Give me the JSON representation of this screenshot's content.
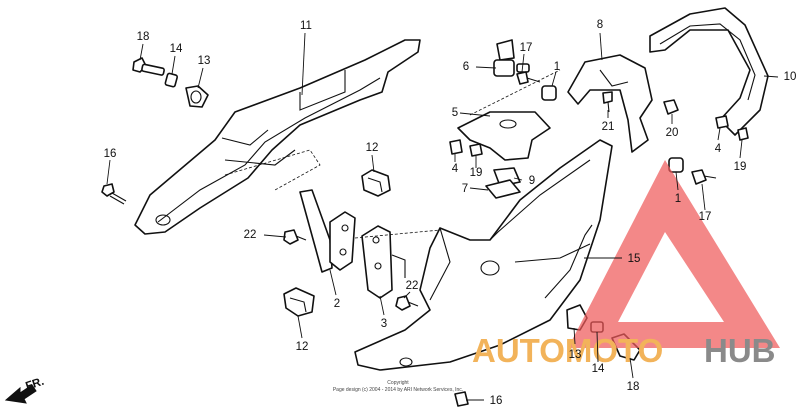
{
  "callouts": [
    {
      "label": "18"
    },
    {
      "label": "14"
    },
    {
      "label": "13"
    },
    {
      "label": "11"
    },
    {
      "label": "16"
    },
    {
      "label": "12"
    },
    {
      "label": "22"
    },
    {
      "label": "2"
    },
    {
      "label": "3"
    },
    {
      "label": "22"
    },
    {
      "label": "12"
    },
    {
      "label": "6"
    },
    {
      "label": "17"
    },
    {
      "label": "1"
    },
    {
      "label": "5"
    },
    {
      "label": "8"
    },
    {
      "label": "10"
    },
    {
      "label": "21"
    },
    {
      "label": "20"
    },
    {
      "label": "4"
    },
    {
      "label": "19"
    },
    {
      "label": "4"
    },
    {
      "label": "19"
    },
    {
      "label": "9"
    },
    {
      "label": "7"
    },
    {
      "label": "1"
    },
    {
      "label": "17"
    },
    {
      "label": "15"
    },
    {
      "label": "13"
    },
    {
      "label": "14"
    },
    {
      "label": "18"
    },
    {
      "label": "16"
    }
  ],
  "direction_indicator": {
    "label": "FR."
  },
  "footer": {
    "line1": "Copyright",
    "line2": "Page design (c) 2004 - 2014 by ARI Network Services, Inc."
  },
  "watermark": {
    "word_a": "AUTOMOTO",
    "word_b": "HUB",
    "color_a": "#f2b35a",
    "color_b": "#8a8a8a",
    "triangle_color": "#ee5a5a"
  }
}
